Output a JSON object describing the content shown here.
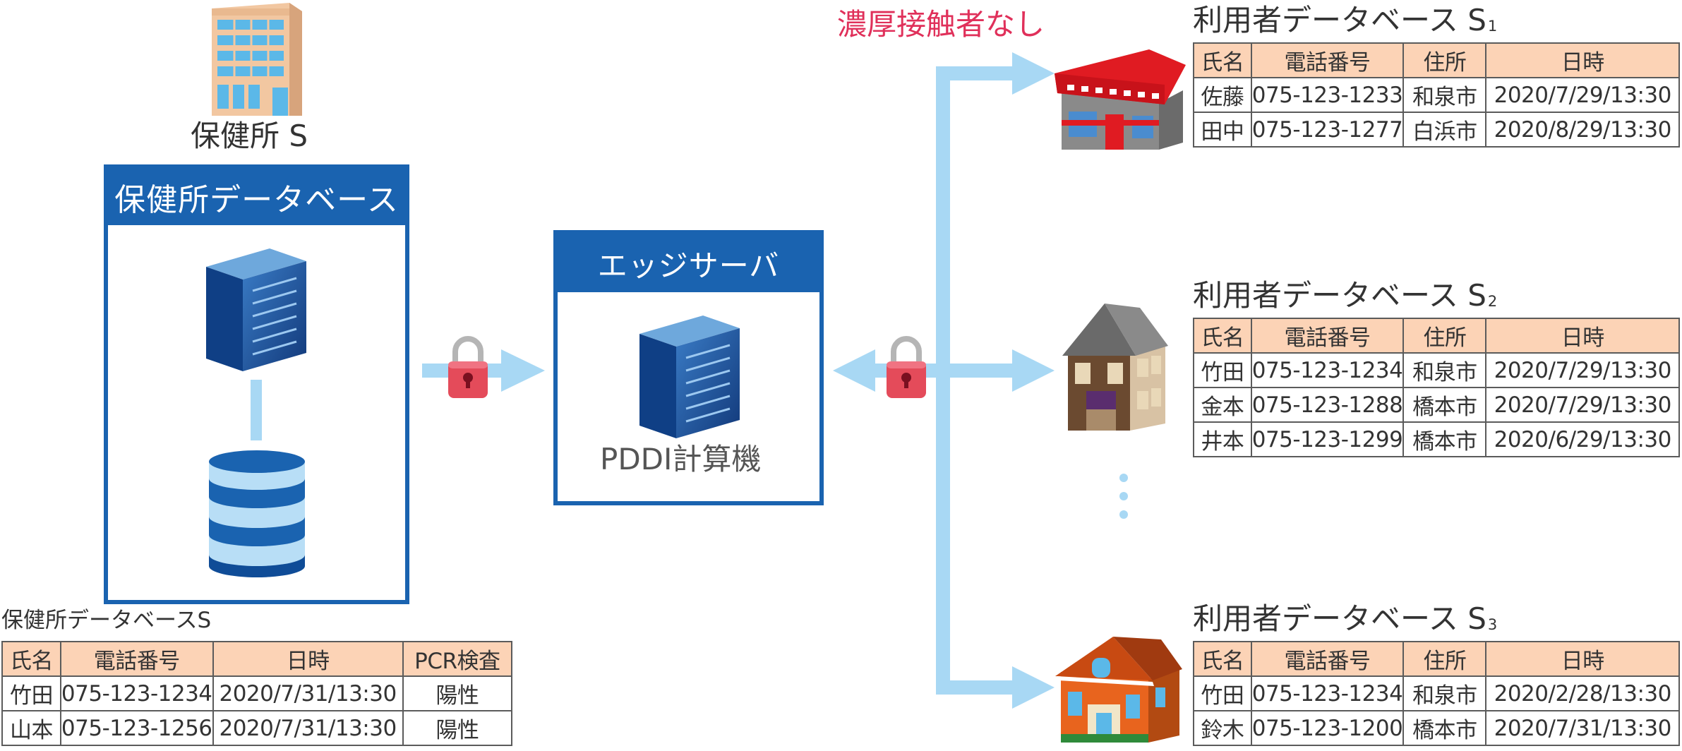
{
  "health_center": {
    "building_label": "保健所 S",
    "panel_title": "保健所データベース"
  },
  "edge_server": {
    "panel_title": "エッジサーバ",
    "machine_label": "PDDI計算機"
  },
  "no_contact_note": "濃厚接触者なし",
  "health_db_table": {
    "caption": "保健所データベースS",
    "columns": [
      "氏名",
      "電話番号",
      "日時",
      "PCR検査"
    ],
    "rows": [
      [
        "竹田",
        "075-123-1234",
        "2020/7/31/13:30",
        "陽性"
      ],
      [
        "山本",
        "075-123-1256",
        "2020/7/31/13:30",
        "陽性"
      ]
    ]
  },
  "user_dbs": [
    {
      "title": "利用者データベース S",
      "subscript": "1",
      "columns": [
        "氏名",
        "電話番号",
        "住所",
        "日時"
      ],
      "rows": [
        [
          "佐藤",
          "075-123-1233",
          "和泉市",
          "2020/7/29/13:30"
        ],
        [
          "田中",
          "075-123-1277",
          "白浜市",
          "2020/8/29/13:30"
        ]
      ]
    },
    {
      "title": "利用者データベース S",
      "subscript": "2",
      "columns": [
        "氏名",
        "電話番号",
        "住所",
        "日時"
      ],
      "rows": [
        [
          "竹田",
          "075-123-1234",
          "和泉市",
          "2020/7/29/13:30"
        ],
        [
          "金本",
          "075-123-1288",
          "橋本市",
          "2020/7/29/13:30"
        ],
        [
          "井本",
          "075-123-1299",
          "橋本市",
          "2020/6/29/13:30"
        ]
      ]
    },
    {
      "title": "利用者データベース S",
      "subscript": "3",
      "columns": [
        "氏名",
        "電話番号",
        "住所",
        "日時"
      ],
      "rows": [
        [
          "竹田",
          "075-123-1234",
          "和泉市",
          "2020/2/28/13:30"
        ],
        [
          "鈴木",
          "075-123-1200",
          "橋本市",
          "2020/7/31/13:30"
        ]
      ]
    }
  ],
  "icons": {
    "health_building": "office-building-icon",
    "db_server": "server-icon",
    "db_storage": "database-icon",
    "edge_server": "server-icon",
    "lock": "padlock-icon",
    "ramen_shop": "ramen-shop-icon",
    "japanese_house": "japanese-house-icon",
    "restaurant": "restaurant-building-icon"
  },
  "colors": {
    "panel_blue": "#1a63b0",
    "arrow_blue": "#a8d8f4",
    "table_header": "#fcd3b6",
    "note_red": "#e0305a",
    "lock_red": "#e44b5a"
  }
}
